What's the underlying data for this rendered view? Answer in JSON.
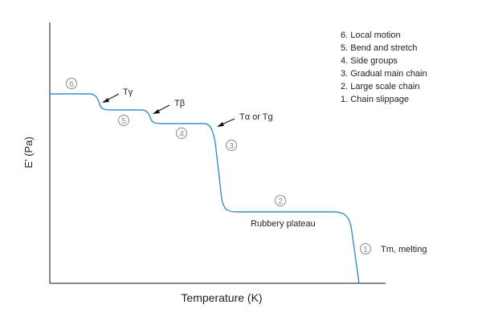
{
  "chart_data": {
    "type": "line",
    "xlabel": "Temperature (K)",
    "ylabel": "E' (Pa)",
    "grid": false,
    "legend": "top-right",
    "colors": {
      "curve": "#3a8fcf",
      "axis": "#111111",
      "marker": "#8a8a8a"
    },
    "series": [
      {
        "values": []
      }
    ],
    "regions": [
      {
        "number": "6",
        "label": "6. Local motion"
      },
      {
        "number": "5",
        "label": "5. Bend and stretch"
      },
      {
        "number": "4",
        "label": "4. Side groups"
      },
      {
        "number": "3",
        "label": "3. Gradual main chain"
      },
      {
        "number": "2",
        "label": "2. Large scale chain"
      },
      {
        "number": "1",
        "label": "1. Chain slippage"
      }
    ],
    "annotations": {
      "t_gamma": "Tγ",
      "t_beta": "Tβ",
      "t_alpha": "Tα or Tg",
      "rubbery": "Rubbery plateau",
      "melting": "Tm, melting"
    }
  }
}
